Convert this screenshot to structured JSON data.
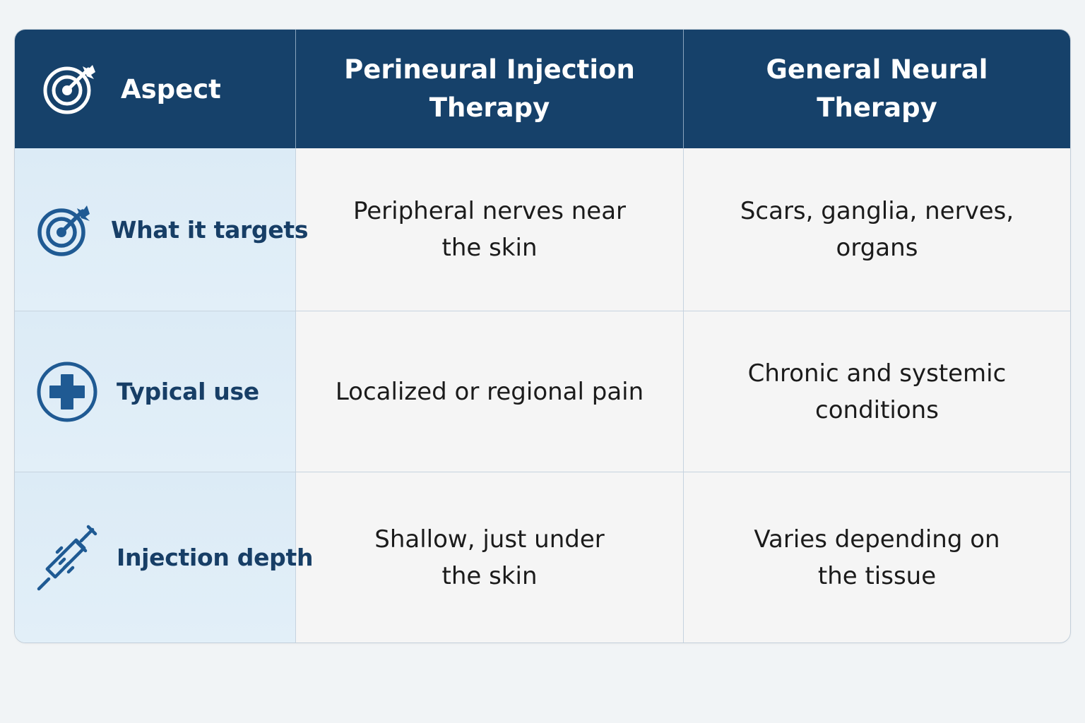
{
  "chart_data": {
    "type": "table",
    "columns": [
      "Aspect",
      "Perineural Injection\nTherapy",
      "General Neural Therapy"
    ],
    "rows": [
      {
        "aspect": "What it targets",
        "icon": "target-icon",
        "perineural": "Peripheral nerves near\nthe skin",
        "general": "Scars, ganglia, nerves,\norgans"
      },
      {
        "aspect": "Typical use",
        "icon": "medical-cross-icon",
        "perineural": "Localized or regional pain",
        "general": "Chronic and systemic\nconditions"
      },
      {
        "aspect": "Injection depth",
        "icon": "syringe-icon",
        "perineural": "Shallow, just under\nthe skin",
        "general": "Varies depending on\nthe tissue"
      }
    ]
  },
  "header_icon": "target-icon",
  "colors": {
    "header_bg": "#16416a",
    "label_bg": "#dcebf6",
    "label_text": "#173e66",
    "icon_blue": "#1f5a93",
    "body_bg": "#f5f5f5"
  }
}
